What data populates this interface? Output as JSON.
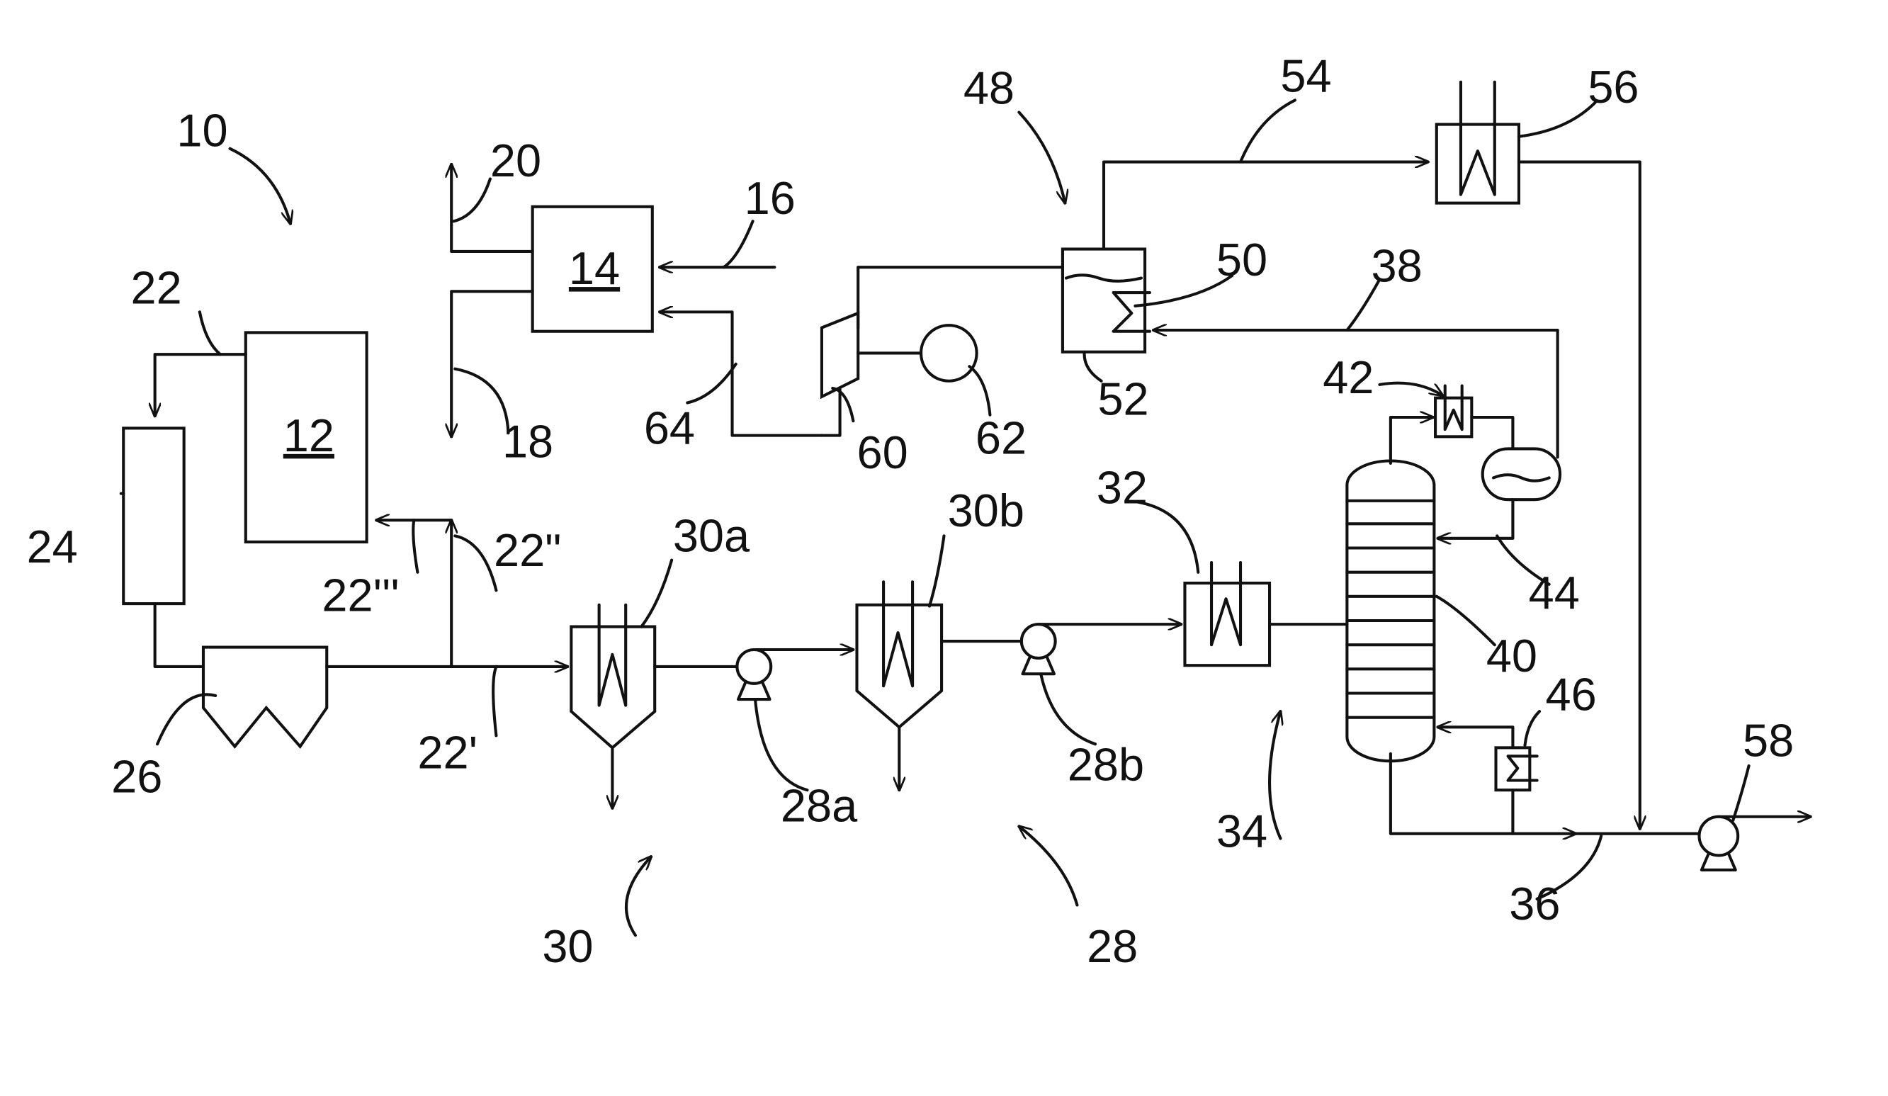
{
  "labels": {
    "l10": "10",
    "l12": "12",
    "l14": "14",
    "l16": "16",
    "l18": "18",
    "l20": "20",
    "l22": "22",
    "l22p": "22'",
    "l22pp": "22\"",
    "l22ppp": "22'''",
    "l24": "24",
    "l26": "26",
    "l28": "28",
    "l28a": "28a",
    "l28b": "28b",
    "l30": "30",
    "l30a": "30a",
    "l30b": "30b",
    "l32": "32",
    "l34": "34",
    "l36": "36",
    "l38": "38",
    "l40": "40",
    "l42": "42",
    "l44": "44",
    "l46": "46",
    "l48": "48",
    "l50": "50",
    "l52": "52",
    "l54": "54",
    "l56": "56",
    "l58": "58",
    "l60": "60",
    "l62": "62",
    "l64": "64"
  }
}
